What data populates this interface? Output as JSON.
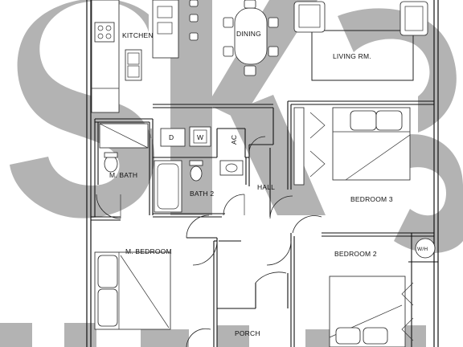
{
  "watermark": {
    "letters": "SK",
    "color": "#b3b3b3"
  },
  "rooms": {
    "kitchen": "KITCHEN",
    "dining": "DINING",
    "living": "LIVING RM.",
    "master_bath": "M. BATH",
    "bath2": "BATH 2",
    "hall": "HALL",
    "bedroom3": "BEDROOM 3",
    "master_bedroom": "M. BEDROOM",
    "bedroom2": "BEDROOM 2",
    "porch": "PORCH",
    "dryer": "D",
    "washer": "W",
    "ac": "AC",
    "walk_in": "W/H"
  }
}
